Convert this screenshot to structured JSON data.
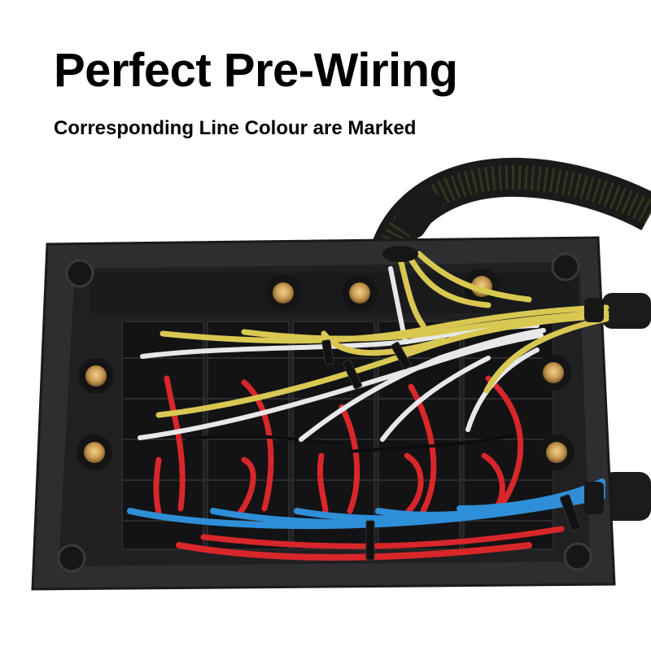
{
  "header": {
    "title": "Perfect Pre-Wiring",
    "subtitle": "Corresponding Line Colour are Marked"
  },
  "photo": {
    "subject": "pre-wired-switch-panel-box",
    "colors": {
      "box": "#2b2b2d",
      "box_inner": "#1e1e20",
      "grid": "#141416",
      "brass": "#c89a52",
      "wire_yellow": "#d8c852",
      "wire_white": "#e8e8ea",
      "wire_red": "#d8262a",
      "wire_blue": "#2f8ed8",
      "sleeve": "#1c1c1c"
    }
  }
}
